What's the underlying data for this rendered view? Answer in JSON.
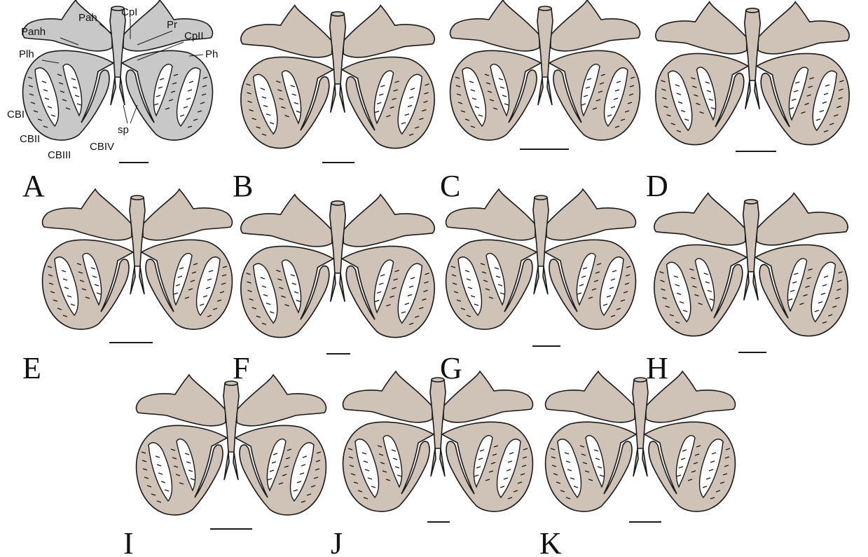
{
  "figure": {
    "panels": [
      {
        "id": "A",
        "label": "A",
        "tint": "#c8c8c8",
        "annotated": true
      },
      {
        "id": "B",
        "label": "B",
        "tint": "#cfc3b8"
      },
      {
        "id": "C",
        "label": "C",
        "tint": "#cfc3b8"
      },
      {
        "id": "D",
        "label": "D",
        "tint": "#cfc3b8"
      },
      {
        "id": "E",
        "label": "E",
        "tint": "#cfc3b8"
      },
      {
        "id": "F",
        "label": "F",
        "tint": "#cfc3b8"
      },
      {
        "id": "G",
        "label": "G",
        "tint": "#cfc3b8"
      },
      {
        "id": "H",
        "label": "H",
        "tint": "#cfc3b8"
      },
      {
        "id": "I",
        "label": "I",
        "tint": "#cfc3b8"
      },
      {
        "id": "J",
        "label": "J",
        "tint": "#cfc3b8"
      },
      {
        "id": "K",
        "label": "K",
        "tint": "#cfc3b8"
      }
    ],
    "annotations": {
      "Cpl": "CpI",
      "Pah": "Pah",
      "Pr": "Pr",
      "Panh": "Panh",
      "CpII": "CpII",
      "Plh": "Plh",
      "Ph": "Ph",
      "CBI": "CBI",
      "CBII": "CBII",
      "CBIII": "CBIII",
      "CBIV": "CBIV",
      "sp": "sp"
    },
    "colors": {
      "bone_tan": "#cfc3b8",
      "bone_grey": "#c8c8c8",
      "outline": "#1a1a1a",
      "background": "#ffffff"
    }
  }
}
